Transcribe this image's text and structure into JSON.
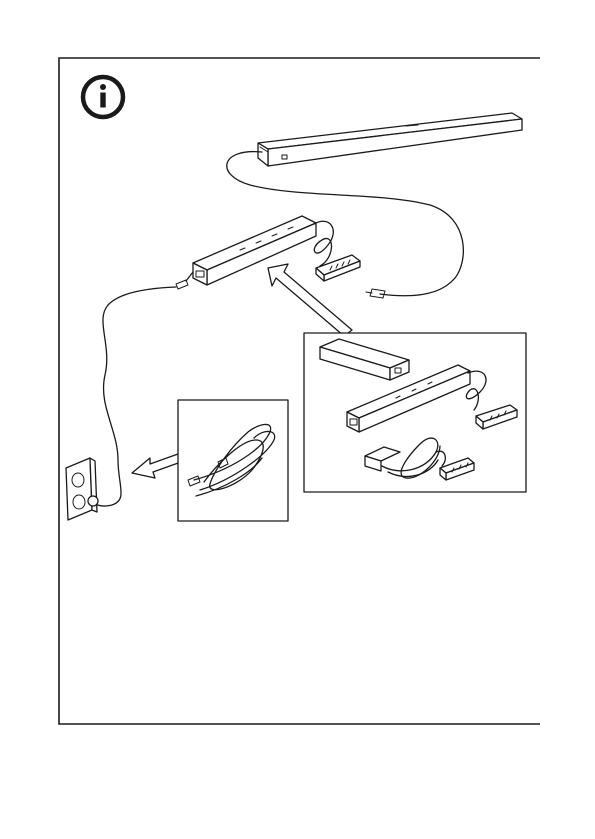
{
  "page": {
    "icon": "info-icon",
    "colors": {
      "line": "#1a1a1a",
      "background": "#ffffff"
    }
  },
  "illustration": {
    "components": [
      "light-bar",
      "driver-unit",
      "multi-connector",
      "wall-outlet",
      "power-cord-coil",
      "replacement-parts-inset"
    ]
  }
}
